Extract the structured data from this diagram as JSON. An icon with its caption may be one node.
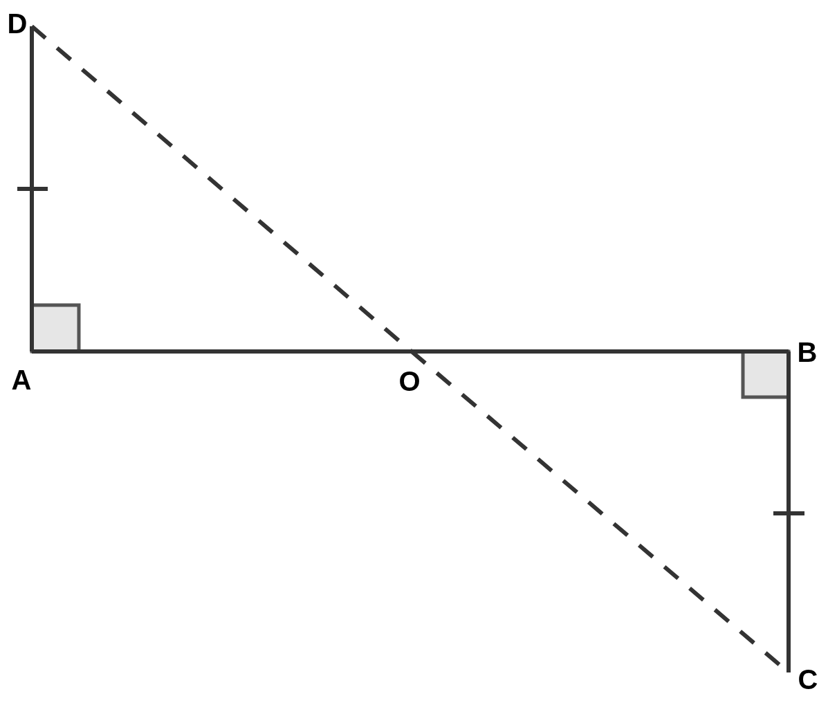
{
  "diagram": {
    "nodes": [
      {
        "text": [
          "D"
        ]
      },
      {
        "text": [
          "A"
        ]
      },
      {
        "text": [
          "O"
        ]
      },
      {
        "text": [
          "B"
        ]
      },
      {
        "text": [
          "C"
        ]
      }
    ],
    "edges": [
      {
        "from": 0,
        "to": 1,
        "arrow": "none"
      },
      {
        "from": 1,
        "to": 2,
        "arrow": "none"
      },
      {
        "from": 2,
        "to": 3,
        "arrow": "none"
      },
      {
        "from": 3,
        "to": 4,
        "arrow": "none"
      },
      {
        "from": 0,
        "to": 2,
        "arrow": "none",
        "style": "dashed"
      },
      {
        "from": 2,
        "to": 4,
        "arrow": "none",
        "style": "dashed"
      }
    ]
  }
}
